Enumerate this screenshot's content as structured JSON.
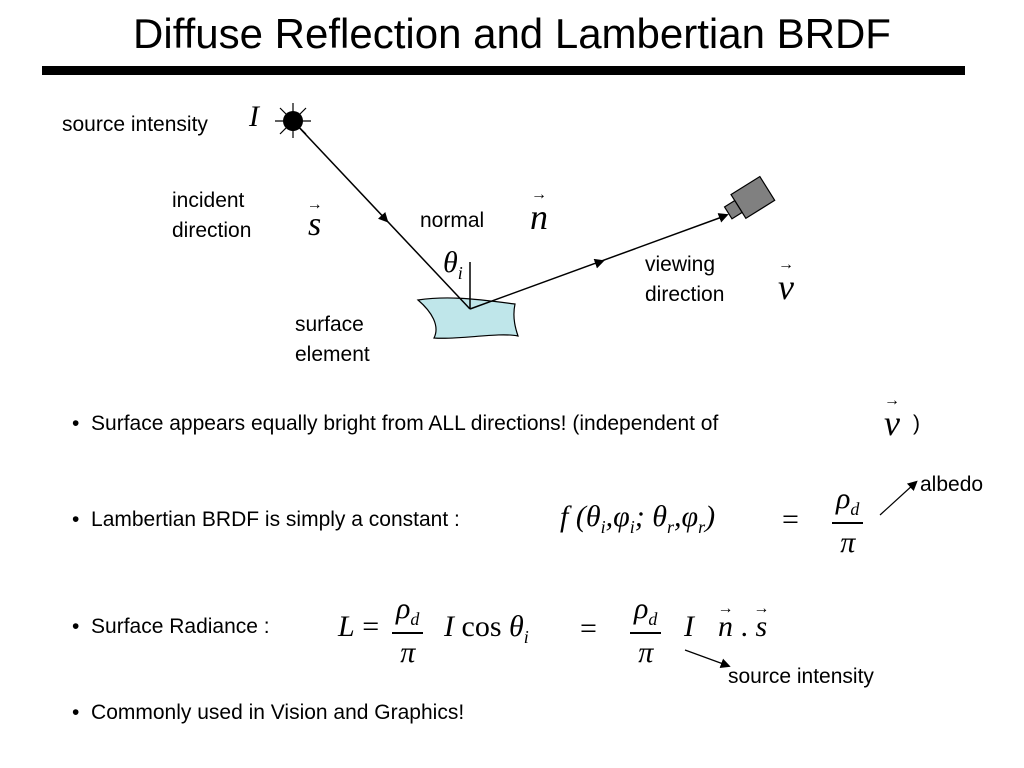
{
  "slide": {
    "title": "Diffuse Reflection and Lambertian BRDF"
  },
  "diagram": {
    "source_label": "source intensity",
    "source_symbol": "I",
    "incident_label_1": "incident",
    "incident_label_2": "direction",
    "incident_symbol": "s",
    "normal_label": "normal",
    "normal_symbol": "n",
    "angle_symbol": "θ",
    "angle_sub": "i",
    "viewing_label_1": "viewing",
    "viewing_label_2": "direction",
    "viewing_symbol": "v",
    "surface_label_1": "surface",
    "surface_label_2": "element",
    "surface_color": "#bfe6ea",
    "camera_color": "#808080",
    "arrow_glyph": "→"
  },
  "bullets": [
    {
      "text": "Surface appears equally bright from ALL directions!   (independent of",
      "vec_symbol": "v",
      "close": ")"
    },
    {
      "text": "Lambertian BRDF is simply a constant :",
      "annotation": "albedo"
    },
    {
      "text": "Surface Radiance :",
      "annotation": "source intensity"
    },
    {
      "text": "Commonly used in Vision and Graphics!"
    }
  ],
  "equations": {
    "brdf_f": "f",
    "brdf_args": "(θ",
    "rho": "ρ",
    "rho_sub": "d",
    "pi": "π",
    "equals": "=",
    "L": "L",
    "I": "I",
    "cos": "cos",
    "n": "n",
    "dot": ".",
    "s": "s"
  }
}
